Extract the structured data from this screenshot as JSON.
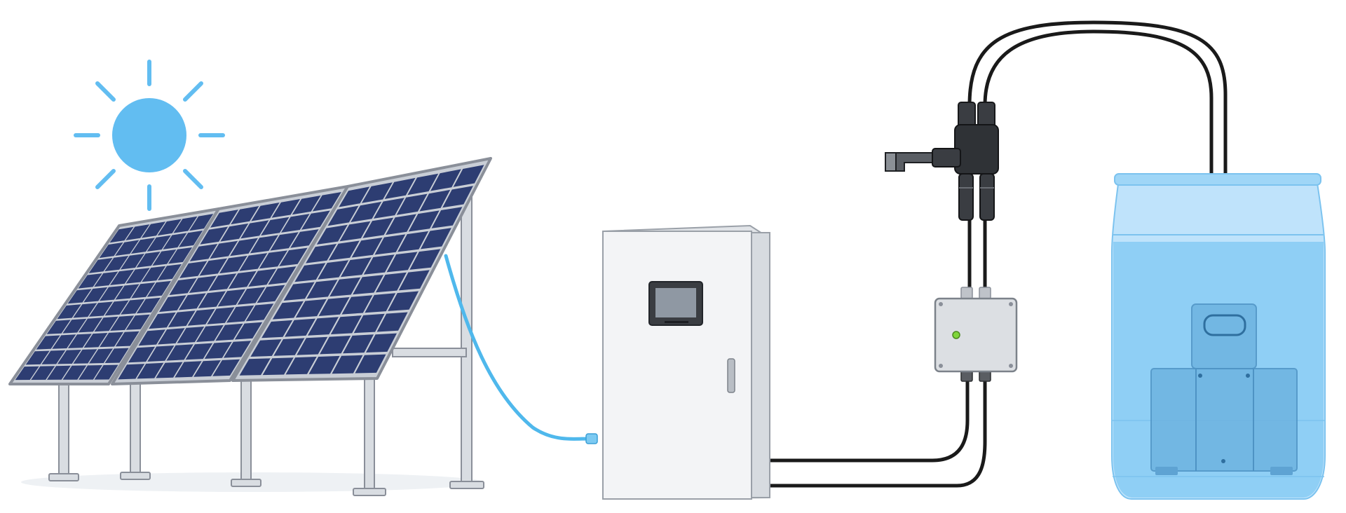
{
  "diagram": {
    "components": [
      {
        "id": "sun",
        "icon": "sun-icon"
      },
      {
        "id": "solar-array",
        "panels": 3,
        "cell_rows": 10,
        "cell_cols": 6
      },
      {
        "id": "controller-cabinet",
        "icon": "control-cabinet-icon"
      },
      {
        "id": "cable-splitter",
        "icon": "splitter-icon"
      },
      {
        "id": "junction-box",
        "icon": "junction-box-icon"
      },
      {
        "id": "water-barrel",
        "icon": "barrel-icon"
      },
      {
        "id": "submersible-pump",
        "icon": "pump-icon"
      }
    ],
    "connections": [
      {
        "from": "solar-array",
        "to": "controller-cabinet",
        "color": "#4fb8ec"
      },
      {
        "from": "controller-cabinet",
        "to": "junction-box",
        "color": "#1a1a1a"
      },
      {
        "from": "junction-box",
        "to": "cable-splitter",
        "color": "#1a1a1a"
      },
      {
        "from": "cable-splitter",
        "to": "submersible-pump",
        "color": "#1a1a1a"
      }
    ],
    "colors": {
      "sun": "#62bdf1",
      "panel_cell": "#2d3d72",
      "panel_frame": "#8a8f99",
      "solar_cable": "#4fb8ec",
      "power_cable": "#1a1a1a",
      "cabinet": "#f3f4f6",
      "status_led": "#7fd63a",
      "water": "#8fcff5",
      "barrel": "#bfe3fb"
    }
  }
}
